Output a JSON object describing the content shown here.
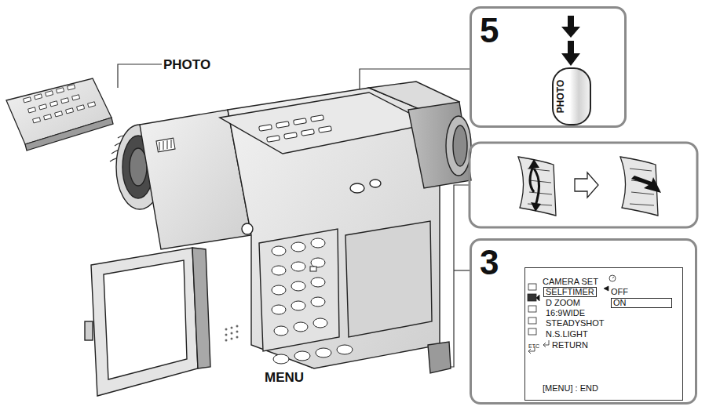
{
  "diagram": {
    "nodes": [
      {
        "text": [
          "5"
        ]
      },
      {
        "text": [
          "PHOTO"
        ],
        "in": 0
      },
      {
        "text": [
          "3"
        ]
      },
      {
        "text": [
          "CAMERA SET",
          "SELFTIMER",
          "OFF",
          "ON",
          "D ZOOM",
          "16:9WIDE",
          "STEADYSHOT",
          "N.S.LIGHT",
          "ETC",
          "RETURN",
          "[MENU] : END"
        ],
        "in": 2
      }
    ],
    "labels": [
      "PHOTO",
      "MENU"
    ]
  }
}
